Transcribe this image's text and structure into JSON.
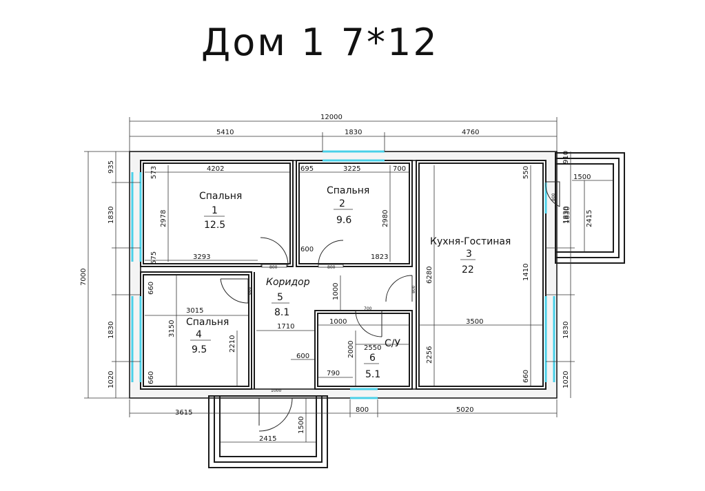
{
  "title": "Дом 1 7*12",
  "rooms": [
    {
      "name": "Спальня",
      "num": "1",
      "area": "12.5"
    },
    {
      "name": "Спальня",
      "num": "2",
      "area": "9.6"
    },
    {
      "name": "Кухня-Гостиная",
      "num": "3",
      "area": "22"
    },
    {
      "name": "Спальня",
      "num": "4",
      "area": "9.5"
    },
    {
      "name": "Коридор",
      "num": "5",
      "area": "8.1"
    },
    {
      "name": "С/У",
      "num": "6",
      "area": "5.1"
    }
  ],
  "dims": {
    "total_w": "12000",
    "top_a": "5410",
    "top_b": "1830",
    "top_c": "4760",
    "total_h": "7000",
    "left_a": "935",
    "left_b": "1830",
    "left_c": "1830",
    "left_d": "1020",
    "right_a": "910",
    "right_b": "1830",
    "right_c": "1830",
    "right_d": "1020",
    "r1_w": "4202",
    "r1_h": "2978",
    "r1_b": "3293",
    "r1_t1": "573",
    "r1_t2": "575",
    "r2_w": "3225",
    "r2_l": "695",
    "r2_r": "700",
    "r2_h": "2980",
    "r2_d": "600",
    "r2_b": "1823",
    "r3_h": "6280",
    "r3_t": "550",
    "r3_m": "1410",
    "r3_w": "3500",
    "r3_b": "2256",
    "r3_bot": "660",
    "r4_w": "3015",
    "r4_h": "3150",
    "r4_t": "660",
    "r4_b": "660",
    "r4_in": "2210",
    "r5_w": "1710",
    "r5_h": "1000",
    "r5_d": "600",
    "r6_w": "1000",
    "r6_a": "2550",
    "r6_h": "2000",
    "r6_b": "790",
    "bot_a": "3615",
    "bot_b": "800",
    "bot_c": "5020",
    "porch_w": "2415",
    "porch_h": "1500",
    "terr_w": "1500",
    "terr_h": "2415",
    "terr_s": "1830",
    "door_a": "800",
    "door_b": "800",
    "door_c": "800",
    "door_d": "700",
    "door_e": "1000",
    "door_f": "800",
    "door_g": "800"
  }
}
